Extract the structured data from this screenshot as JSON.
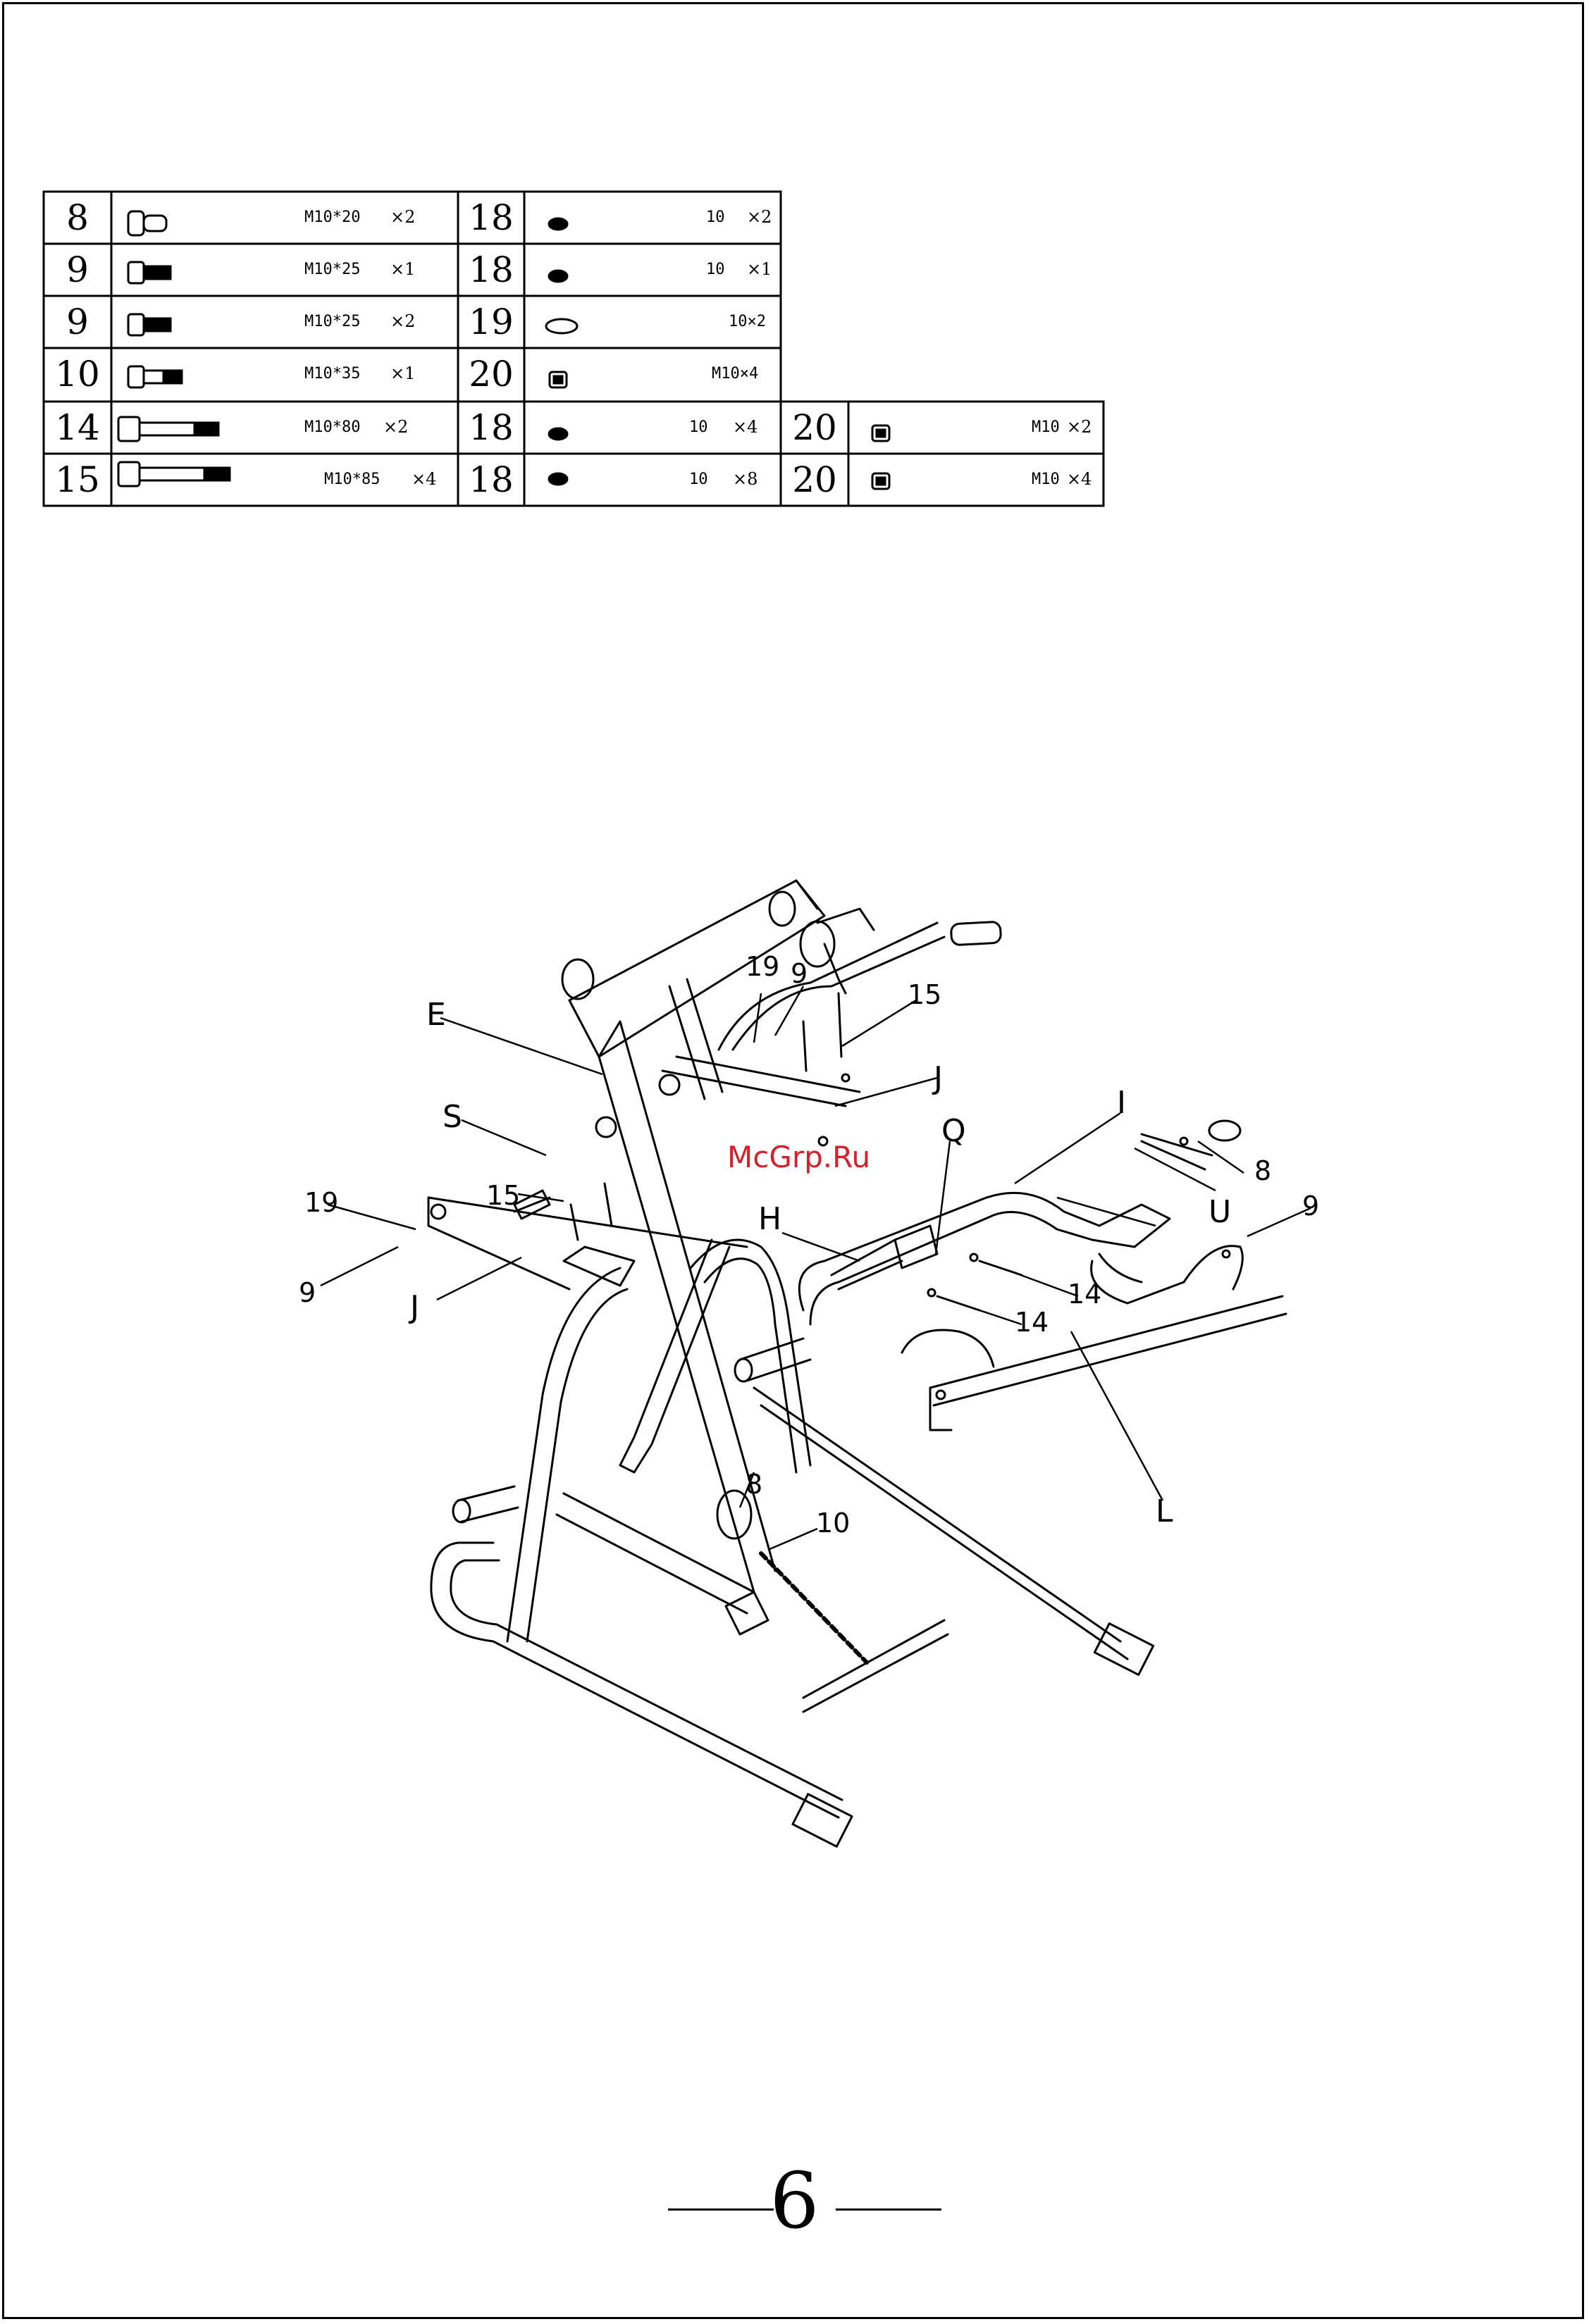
{
  "parts_table": {
    "rows": [
      {
        "cells": [
          {
            "num": "8",
            "icon": "flange-bolt-icon",
            "spec": "M10*20",
            "qty": "×2"
          },
          {
            "num": "18",
            "icon": "spring-washer-icon",
            "spec": "10",
            "qty": "×2"
          }
        ]
      },
      {
        "cells": [
          {
            "num": "9",
            "icon": "hex-bolt-icon",
            "spec": "M10*25",
            "qty": "×1"
          },
          {
            "num": "18",
            "icon": "spring-washer-icon",
            "spec": "10",
            "qty": "×1"
          }
        ]
      },
      {
        "cells": [
          {
            "num": "9",
            "icon": "hex-bolt-icon",
            "spec": "M10*25",
            "qty": "×2"
          },
          {
            "num": "19",
            "icon": "flat-washer-icon",
            "spec": "10×2",
            "qty": ""
          }
        ]
      },
      {
        "cells": [
          {
            "num": "10",
            "icon": "hex-bolt-icon",
            "spec": "M10*35",
            "qty": "×1"
          },
          {
            "num": "20",
            "icon": "lock-nut-icon",
            "spec": "M10×4",
            "qty": ""
          }
        ]
      },
      {
        "cells": [
          {
            "num": "14",
            "icon": "long-bolt-icon",
            "spec": "M10*80",
            "qty": "×2"
          },
          {
            "num": "18",
            "icon": "spring-washer-icon",
            "spec": "10",
            "qty": "×4"
          },
          {
            "num": "20",
            "icon": "lock-nut-icon",
            "spec": "M10",
            "qty": "×2"
          }
        ]
      },
      {
        "cells": [
          {
            "num": "15",
            "icon": "long-bolt-icon",
            "spec": "M10*85",
            "qty": "×4"
          },
          {
            "num": "18",
            "icon": "spring-washer-icon",
            "spec": "10",
            "qty": "×8"
          },
          {
            "num": "20",
            "icon": "lock-nut-icon",
            "spec": "M10",
            "qty": "×4"
          }
        ]
      }
    ]
  },
  "callouts": {
    "E": "E",
    "S": "S",
    "J_upper": "J",
    "J_lower": "J",
    "I": "I",
    "Q": "Q",
    "H": "H",
    "U": "U",
    "L": "L",
    "n19_top": "19",
    "n9_top": "9",
    "n15_top": "15",
    "n15_left": "15",
    "n19_left": "19",
    "n9_left": "9",
    "n8_right": "8",
    "n9_right": "9",
    "n14_a": "14",
    "n14_b": "14",
    "n8_mid": "8",
    "n10_mid": "10"
  },
  "watermark": "McGrp.Ru",
  "page_number": "6"
}
